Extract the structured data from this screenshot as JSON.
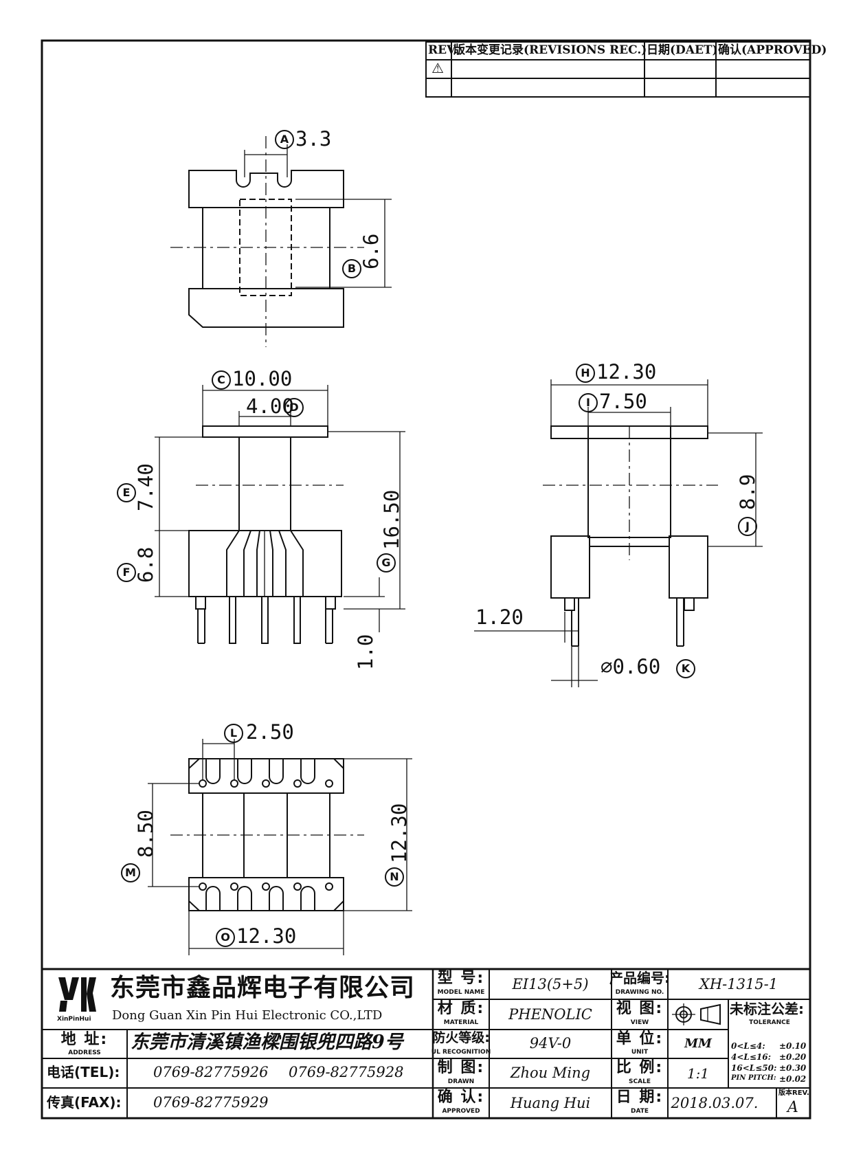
{
  "revisions": {
    "headers": {
      "rev": "REV.",
      "record": "版本变更记录(REVISIONS REC.)",
      "date": "日期(DAET)",
      "approved": "确认(APPROVED)"
    },
    "rows": [
      {
        "rev_symbol": "⚠"
      },
      {
        "rev_symbol": ""
      }
    ]
  },
  "dimensions": {
    "A": {
      "letter": "A",
      "value": "3.3"
    },
    "B": {
      "letter": "B",
      "value": "6.6"
    },
    "C": {
      "letter": "C",
      "value": "10.00"
    },
    "D": {
      "letter": "D",
      "value": "4.00"
    },
    "E": {
      "letter": "E",
      "value": "7.40"
    },
    "F": {
      "letter": "F",
      "value": "6.8"
    },
    "G": {
      "letter": "G",
      "value": "16.50"
    },
    "pin_len": {
      "value": "1.0"
    },
    "H": {
      "letter": "H",
      "value": "12.30"
    },
    "I": {
      "letter": "I",
      "value": "7.50"
    },
    "J": {
      "letter": "J",
      "value": "8.9"
    },
    "pin_w": {
      "value": "1.20"
    },
    "K": {
      "letter": "K",
      "value": "⌀0.60"
    },
    "L": {
      "letter": "L",
      "value": "2.50"
    },
    "M": {
      "letter": "M",
      "value": "8.50"
    },
    "N": {
      "letter": "N",
      "value": "12.30"
    },
    "O": {
      "letter": "O",
      "value": "12.30"
    }
  },
  "title_block": {
    "logo_text": "XinPinHui",
    "company_cn": "东莞市鑫品辉电子有限公司",
    "company_en": "Dong Guan Xin Pin Hui Electronic CO.,LTD",
    "address_label_cn": "地 址:",
    "address_label_en": "ADDRESS",
    "address_value": "东莞市清溪镇渔樑围银兜四路9号",
    "tel_label": "电话(TEL):",
    "tel_value_1": "0769-82775926",
    "tel_value_2": "0769-82775928",
    "fax_label": "传真(FAX):",
    "fax_value": "0769-82775929",
    "model_label_cn": "型 号:",
    "model_label_en": "MODEL NAME",
    "model_value": "EI13(5+5)",
    "material_label_cn": "材 质:",
    "material_label_en": "MATERIAL",
    "material_value": "PHENOLIC",
    "ul_label_cn": "防火等级:",
    "ul_label_en": "UL RECOGNITION",
    "ul_value": "94V-0",
    "drawn_label_cn": "制 图:",
    "drawn_label_en": "DRAWN",
    "drawn_value": "Zhou Ming",
    "approved_label_cn": "确 认:",
    "approved_label_en": "APPROVED",
    "approved_value": "Huang Hui",
    "drawing_no_label_cn": "产品编号:",
    "drawing_no_label_en": "DRAWING NO.",
    "drawing_no_value": "XH-1315-1",
    "view_label_cn": "视 图:",
    "view_label_en": "VIEW",
    "unit_label_cn": "单 位:",
    "unit_label_en": "UNIT",
    "unit_value": "MM",
    "scale_label_cn": "比 例:",
    "scale_label_en": "SCALE",
    "scale_value": "1:1",
    "date_label_cn": "日 期:",
    "date_label_en": "DATE",
    "date_value": "2018.03.07.",
    "tolerance_label_cn": "未标注公差:",
    "tolerance_label_en": "TOLERANCE",
    "tolerances": [
      {
        "range": "0<L≤4:",
        "value": "±0.10"
      },
      {
        "range": "4<L≤16:",
        "value": "±0.20"
      },
      {
        "range": "16<L≤50:",
        "value": "±0.30"
      },
      {
        "range": "PIN PITCH:",
        "value": "±0.02"
      }
    ],
    "rev_label": "版本REV.",
    "rev_value": "A"
  }
}
